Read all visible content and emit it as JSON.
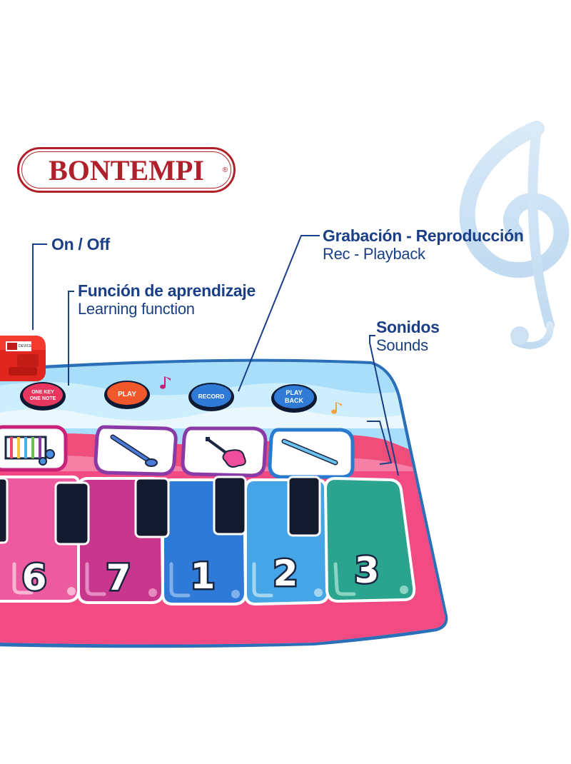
{
  "brand": {
    "logo_text": "BONTEMPI",
    "registered_mark": "®",
    "color": "#b0202a"
  },
  "callouts": [
    {
      "id": "on-off",
      "title": "On / Off",
      "subtitle": ""
    },
    {
      "id": "learning",
      "title": "Función de aprendizaje",
      "subtitle": "Learning function"
    },
    {
      "id": "record",
      "title": "Grabación - Reproducción",
      "subtitle": "Rec - Playback"
    },
    {
      "id": "sounds",
      "title": "Sonidos",
      "subtitle": "Sounds"
    }
  ],
  "mat": {
    "buttons": [
      {
        "label_lines": [
          "ONE KEY",
          "ONE NOTE"
        ],
        "color": "#e8365f"
      },
      {
        "label_lines": [
          "PLAY"
        ],
        "color": "#f0582c"
      },
      {
        "label_lines": [
          "RECORD"
        ],
        "color": "#2f7ad6"
      },
      {
        "label_lines": [
          "PLAY",
          "BACK"
        ],
        "color": "#2f7ad6"
      }
    ],
    "instruments": [
      {
        "icon": "xylophone-icon",
        "frame_color": "#c8217a"
      },
      {
        "icon": "clarinet-icon",
        "frame_color": "#8a3aa6"
      },
      {
        "icon": "electric-guitar-icon",
        "frame_color": "#8a3aa6"
      },
      {
        "icon": "flute-icon",
        "frame_color": "#2a7ad0"
      }
    ],
    "keys": [
      {
        "label": "6",
        "color": "#ec5aa0"
      },
      {
        "label": "7",
        "color": "#c8368e"
      },
      {
        "label": "1",
        "color": "#2f7ad6"
      },
      {
        "label": "2",
        "color": "#45a5e6"
      },
      {
        "label": "3",
        "color": "#2aa38f"
      }
    ],
    "accent_colors": {
      "edge": "#3ab0e6",
      "wave_blue": "#7fcdf0",
      "wave_pink": "#ef4e7b",
      "black_key": "#141a2e"
    }
  }
}
